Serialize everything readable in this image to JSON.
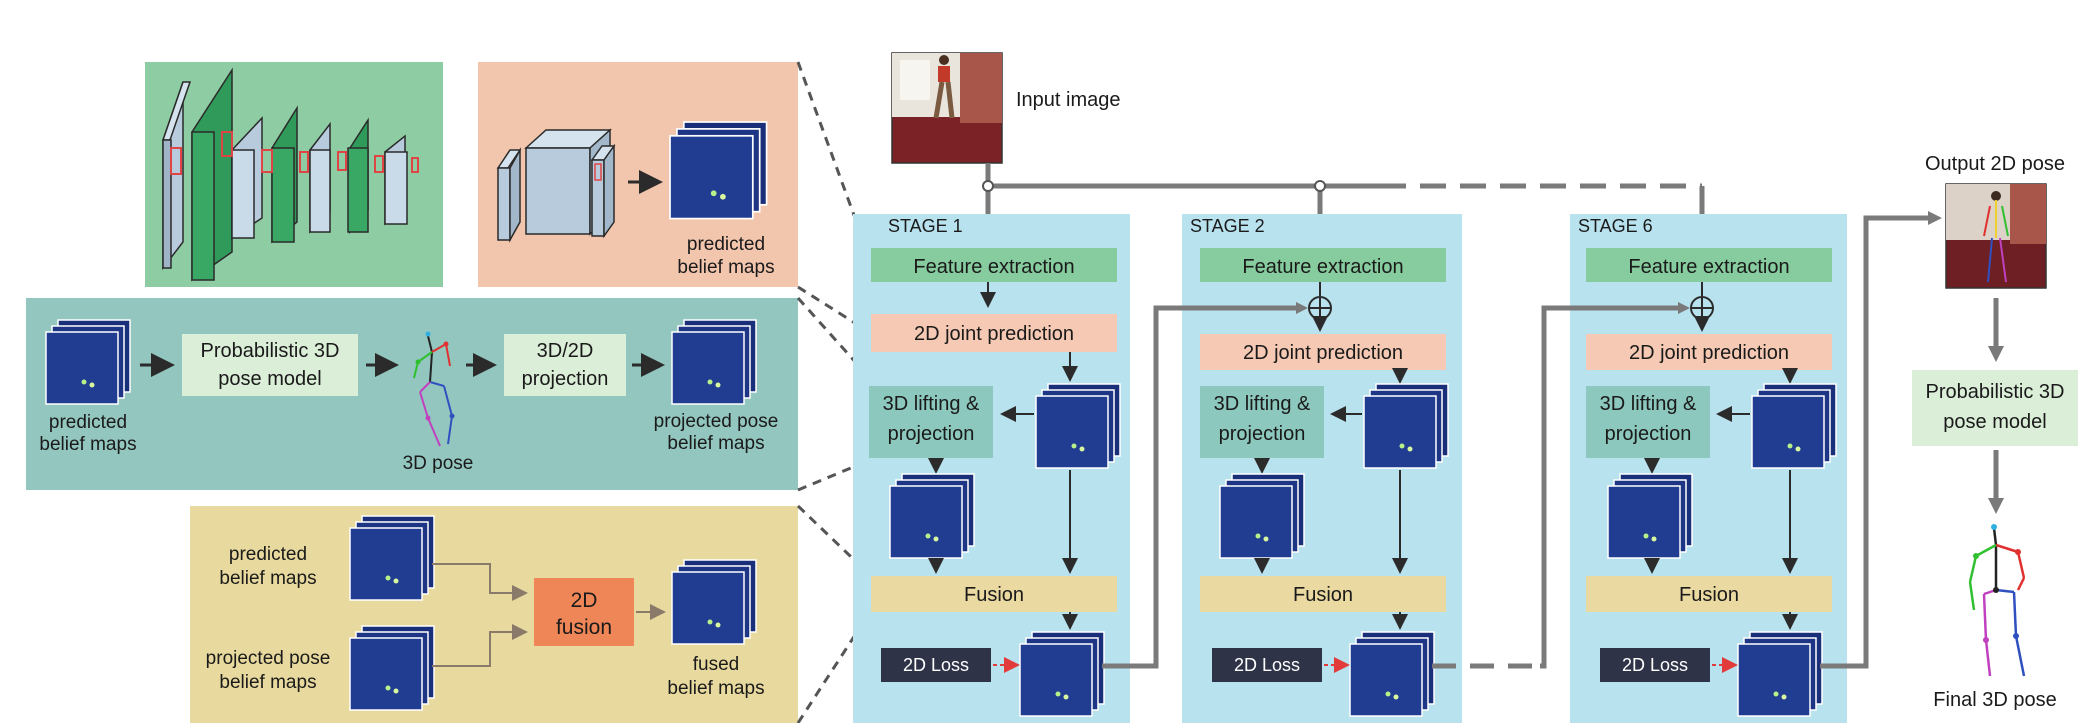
{
  "input_label": "Input image",
  "output_label": "Output 2D pose",
  "final_label": "Final 3D pose",
  "right_model_line1": "Probabilistic 3D",
  "right_model_line2": "pose model",
  "cnn_panel": {
    "predicted_line1": "predicted",
    "predicted_line2": "belief maps"
  },
  "lifting_panel": {
    "pred_line1": "predicted",
    "pred_line2": "belief maps",
    "model_line1": "Probabilistic 3D",
    "model_line2": "pose model",
    "pose_label": "3D pose",
    "proj_line1": "3D/2D",
    "proj_line2": "projection",
    "projected_line1": "projected pose",
    "projected_line2": "belief maps"
  },
  "fusion_panel": {
    "pred_line1": "predicted",
    "pred_line2": "belief maps",
    "projected_line1": "projected pose",
    "projected_line2": "belief maps",
    "fusion_line1": "2D",
    "fusion_line2": "fusion",
    "fused_line1": "fused",
    "fused_line2": "belief maps"
  },
  "stages": [
    {
      "title": "STAGE 1",
      "feature": "Feature extraction",
      "joint": "2D joint prediction",
      "lift1": "3D lifting &",
      "lift2": "projection",
      "fusion": "Fusion",
      "loss": "2D Loss"
    },
    {
      "title": "STAGE 2",
      "feature": "Feature extraction",
      "joint": "2D joint prediction",
      "lift1": "3D lifting &",
      "lift2": "projection",
      "fusion": "Fusion",
      "loss": "2D Loss"
    },
    {
      "title": "STAGE 6",
      "feature": "Feature extraction",
      "joint": "2D joint prediction",
      "lift1": "3D lifting &",
      "lift2": "projection",
      "fusion": "Fusion",
      "loss": "2D Loss"
    }
  ],
  "colors": {
    "stage_bg": "#b9e2ef",
    "feature_box": "#86cc9e",
    "joint_box": "#f5c9b3",
    "lift_box": "#8cc8bd",
    "fusion_box": "#ead9a0",
    "loss_box": "#2f3347",
    "cnn_panel": "#8ecda3",
    "predict_panel": "#f2c5ad",
    "lifting_panel": "#93c6bf",
    "fusion_panel": "#e8da9e",
    "fusion_node": "#ef8657",
    "belief_map": "#1f3a8a"
  }
}
